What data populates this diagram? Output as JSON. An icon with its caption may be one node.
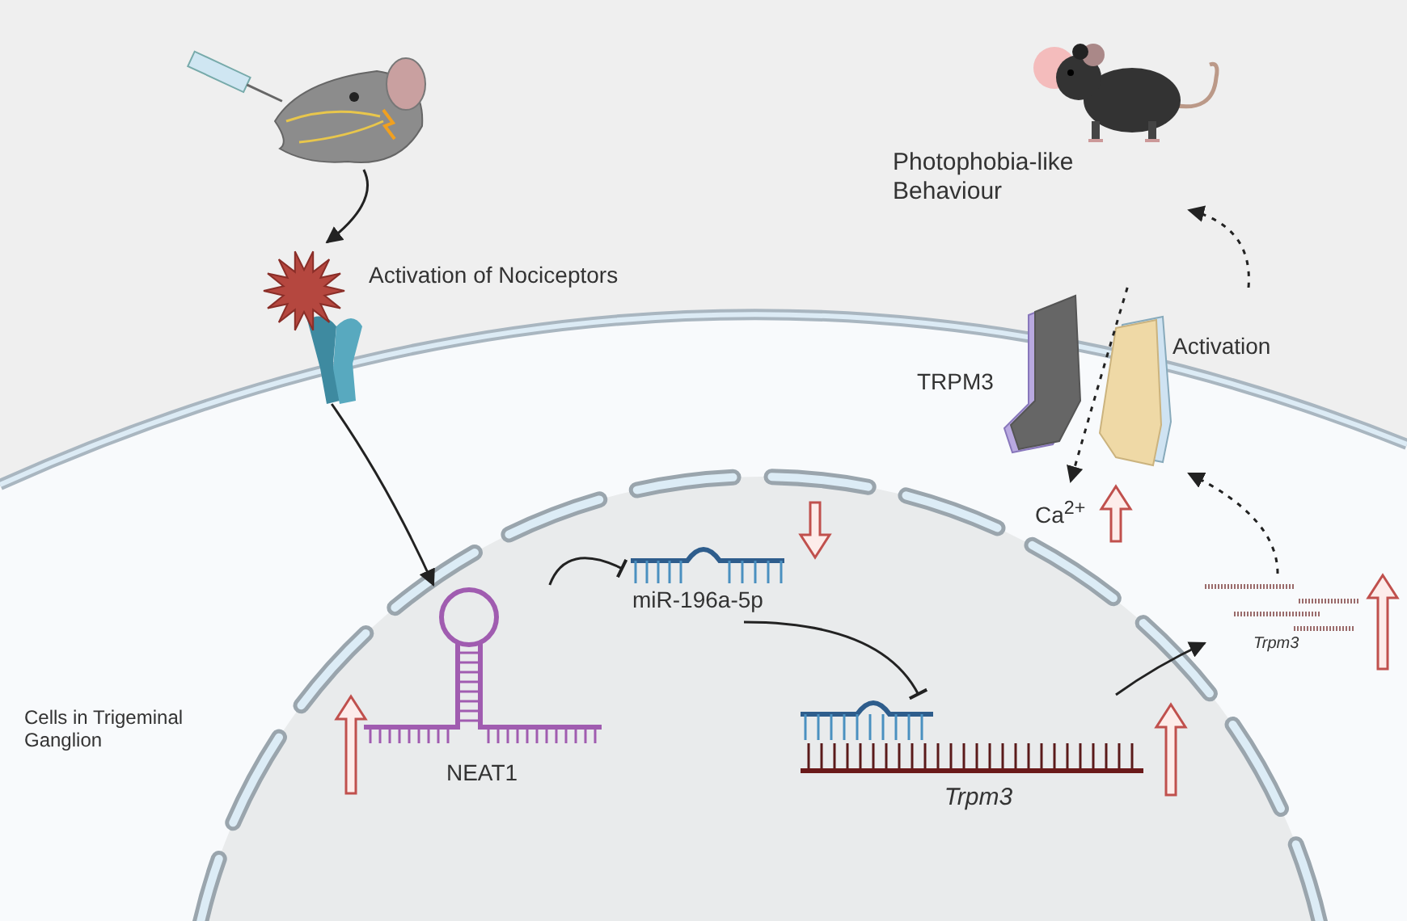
{
  "diagram": {
    "nodes": [
      {
        "text": [],
        "shape": "picture"
      },
      {
        "text": [
          "Activation of Nociceptors"
        ]
      },
      {
        "text": [
          "Photophobia-like Behaviour"
        ]
      },
      {
        "text": [
          "TRPM3"
        ],
        "beside": [
          "Activation"
        ]
      },
      {
        "text": [
          "Cells in Trigeminal Ganglion"
        ]
      },
      {
        "text": [
          "NEAT1"
        ],
        "in": 4
      },
      {
        "text": [
          "miR-196a-5p"
        ],
        "in": 4
      },
      {
        "text": [
          "Trpm3"
        ],
        "in": 4
      },
      {
        "text": [
          "Trpm3"
        ],
        "in": 4
      },
      {
        "text": [
          "Ca$^{2+}$"
        ],
        "in": 4
      }
    ],
    "edges": [
      {
        "from": 0,
        "to": 1,
        "arrow": "to"
      },
      {
        "from": 1,
        "to": 5,
        "arrow": "to"
      },
      {
        "from": 5,
        "to": 6,
        "arrow": "other"
      },
      {
        "from": 6,
        "to": 7,
        "arrow": "other"
      },
      {
        "from": 7,
        "to": 8,
        "arrow": "to"
      },
      {
        "from": 8,
        "to": 3,
        "arrow": "to",
        "style": "dashed"
      },
      {
        "from": 3,
        "to": 2,
        "arrow": "to",
        "style": "dashed"
      },
      {
        "from": 3,
        "to": 9,
        "arrow": "to",
        "style": "dashed"
      }
    ]
  }
}
